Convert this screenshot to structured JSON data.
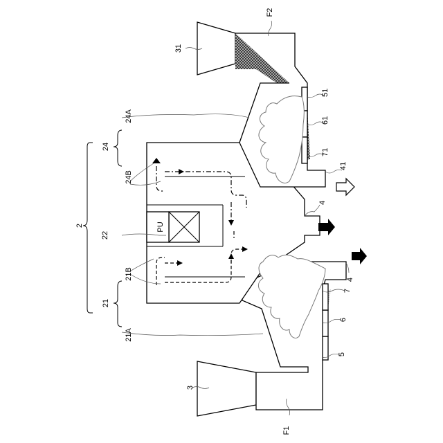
{
  "labels": {
    "l2": "2",
    "l3": "3",
    "l4a": "4",
    "l4b": "4",
    "l5": "5",
    "l6": "6",
    "l7": "7",
    "l21": "21",
    "l21A": "21A",
    "l21B": "21B",
    "l22": "22",
    "l24": "24",
    "l24A": "24A",
    "l24B": "24B",
    "l31": "31",
    "l41": "41",
    "l51": "51",
    "l61": "61",
    "l71": "71",
    "lF1": "F1",
    "lF2": "F2",
    "pu": "PU"
  },
  "colors": {
    "line": "#000000",
    "fill_light": "#d4d4d4",
    "fill_dark": "#5a5a5a",
    "background": "#ffffff"
  },
  "icons": {
    "discharge_arrow_solid": "down-arrow-icon",
    "discharge_arrow_hollow": "right-arrow-icon"
  }
}
